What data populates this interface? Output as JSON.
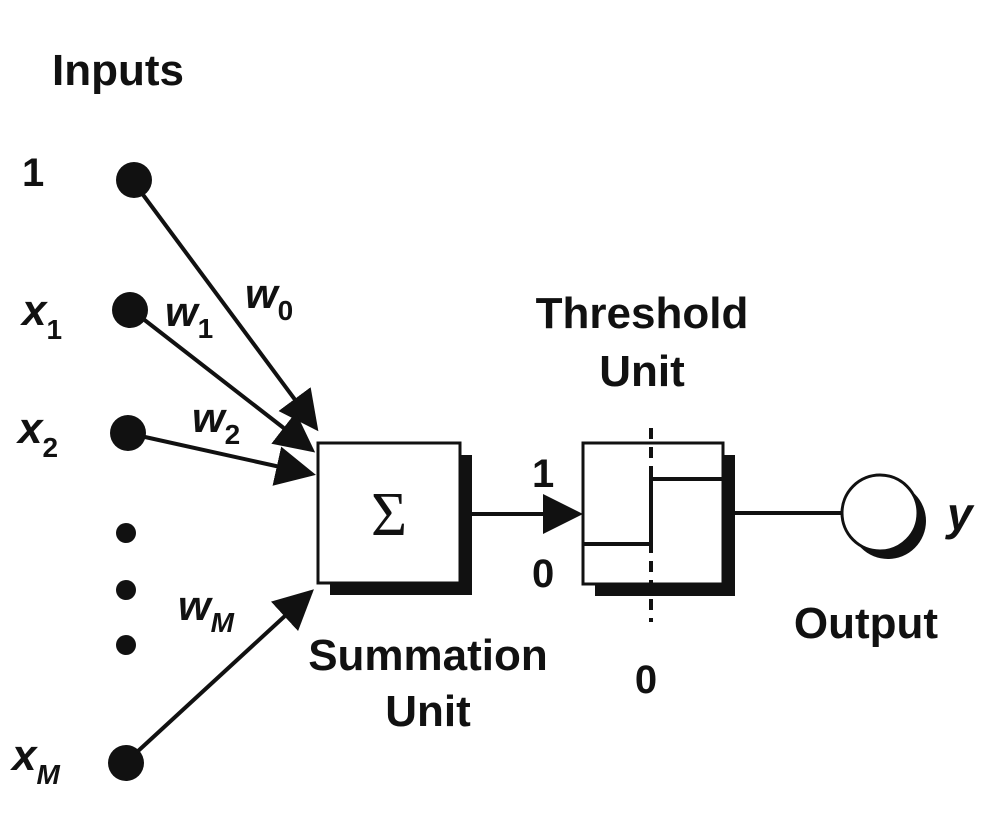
{
  "header": {
    "inputs_label": "Inputs"
  },
  "inputs": {
    "bias_label": "1",
    "x1": {
      "main": "x",
      "sub": "1"
    },
    "x2": {
      "main": "x",
      "sub": "2"
    },
    "xm": {
      "main": "x",
      "sub": "M"
    }
  },
  "weights": {
    "w0": {
      "main": "w",
      "sub": "0"
    },
    "w1": {
      "main": "w",
      "sub": "1"
    },
    "w2": {
      "main": "w",
      "sub": "2"
    },
    "wm": {
      "main": "w",
      "sub": "M"
    }
  },
  "summation": {
    "symbol": "Σ",
    "label_line1": "Summation",
    "label_line2": "Unit"
  },
  "threshold": {
    "title_line1": "Threshold",
    "title_line2": "Unit",
    "high_label": "1",
    "low_label": "0",
    "axis_label": "0"
  },
  "output": {
    "label": "Output",
    "symbol": "y"
  }
}
